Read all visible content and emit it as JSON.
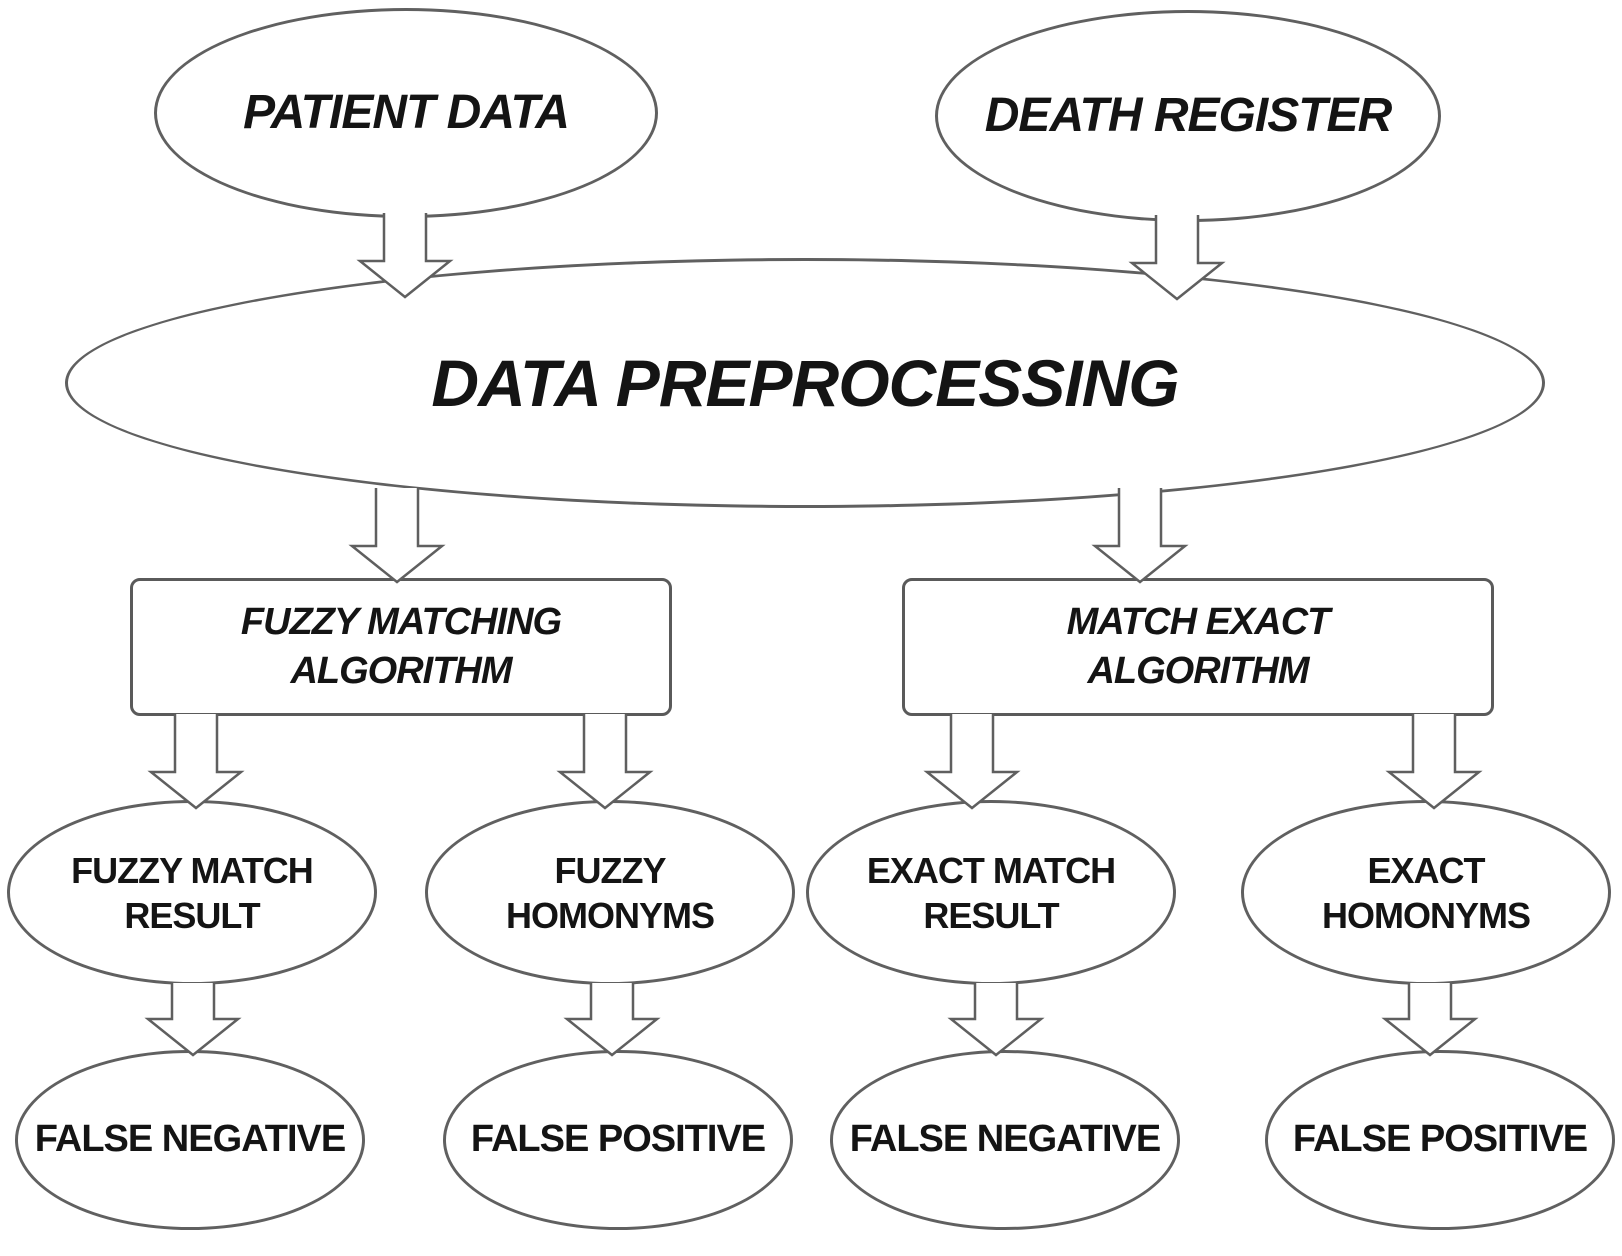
{
  "colors": {
    "background": "#ffffff",
    "node_fill": "#ffffff",
    "stroke": "#5f5f5f",
    "text": "#141414"
  },
  "diagram": {
    "type": "flowchart",
    "nodes": {
      "patient_data": {
        "label": "PATIENT DATA",
        "shape": "ellipse"
      },
      "death_register": {
        "label": "DEATH REGISTER",
        "shape": "ellipse"
      },
      "data_preprocessing": {
        "label": "DATA PREPROCESSING",
        "shape": "ellipse"
      },
      "fuzzy_matching_algorithm": {
        "label": "FUZZY MATCHING\nALGORITHM",
        "shape": "rectangle"
      },
      "match_exact_algorithm": {
        "label": "MATCH EXACT\nALGORITHM",
        "shape": "rectangle"
      },
      "fuzzy_match_result": {
        "label": "FUZZY MATCH\nRESULT",
        "shape": "ellipse"
      },
      "fuzzy_homonyms": {
        "label": "FUZZY\nHOMONYMS",
        "shape": "ellipse"
      },
      "exact_match_result": {
        "label": "EXACT MATCH\nRESULT",
        "shape": "ellipse"
      },
      "exact_homonyms": {
        "label": "EXACT\nHOMONYMS",
        "shape": "ellipse"
      },
      "false_negative_fuzzy": {
        "label": "FALSE NEGATIVE",
        "shape": "ellipse"
      },
      "false_positive_fuzzy": {
        "label": "FALSE POSITIVE",
        "shape": "ellipse"
      },
      "false_negative_exact": {
        "label": "FALSE NEGATIVE",
        "shape": "ellipse"
      },
      "false_positive_exact": {
        "label": "FALSE POSITIVE",
        "shape": "ellipse"
      }
    },
    "edges": [
      {
        "from": "patient_data",
        "to": "data_preprocessing"
      },
      {
        "from": "death_register",
        "to": "data_preprocessing"
      },
      {
        "from": "data_preprocessing",
        "to": "fuzzy_matching_algorithm"
      },
      {
        "from": "data_preprocessing",
        "to": "match_exact_algorithm"
      },
      {
        "from": "fuzzy_matching_algorithm",
        "to": "fuzzy_match_result"
      },
      {
        "from": "fuzzy_matching_algorithm",
        "to": "fuzzy_homonyms"
      },
      {
        "from": "match_exact_algorithm",
        "to": "exact_match_result"
      },
      {
        "from": "match_exact_algorithm",
        "to": "exact_homonyms"
      },
      {
        "from": "fuzzy_match_result",
        "to": "false_negative_fuzzy"
      },
      {
        "from": "fuzzy_homonyms",
        "to": "false_positive_fuzzy"
      },
      {
        "from": "exact_match_result",
        "to": "false_negative_exact"
      },
      {
        "from": "exact_homonyms",
        "to": "false_positive_exact"
      }
    ]
  }
}
